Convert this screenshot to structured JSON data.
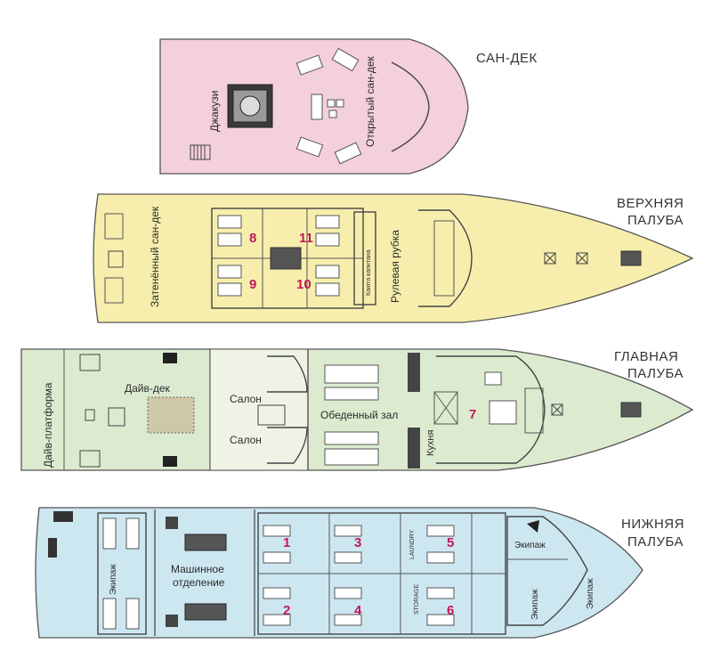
{
  "decks": {
    "sun": {
      "title": "САН-ДЕК",
      "color": "#f4cfdc",
      "labels": {
        "jacuzzi": "Джакузи",
        "open_sundeck": "Открытый сан-дек"
      }
    },
    "upper": {
      "title_line1": "ВЕРХНЯЯ",
      "title_line2": "ПАЛУБА",
      "color": "#f7eead",
      "labels": {
        "shaded_sundeck": "Затенённый сан-дек",
        "wheelhouse": "Рулевая рубка",
        "captain_cabin": "Каюта капитана"
      },
      "cabins": [
        "8",
        "11",
        "9",
        "10"
      ]
    },
    "main": {
      "title_line1": "ГЛАВНАЯ",
      "title_line2": "ПАЛУБА",
      "color": "#dcebd0",
      "labels": {
        "dive_platform": "Дайв-платформа",
        "dive_deck": "Дайв-дек",
        "salon_top": "Салон",
        "salon_bottom": "Салон",
        "dining": "Обеденный зал",
        "kitchen": "Кухня"
      },
      "cabins": [
        "7"
      ]
    },
    "lower": {
      "title_line1": "НИЖНЯЯ",
      "title_line2": "ПАЛУБА",
      "color": "#cde7f1",
      "labels": {
        "engine_line1": "Машинное",
        "engine_line2": "отделение",
        "crew_aft": "Экипаж",
        "crew_fwd_top": "Экипаж",
        "crew_fwd_mid": "Экипаж",
        "crew_fwd_bottom": "Экипаж",
        "laundry": "LAUNDRY",
        "storage": "STORAGE"
      },
      "cabins": [
        "1",
        "3",
        "5",
        "2",
        "4",
        "6"
      ]
    }
  },
  "colors": {
    "outline": "#555555",
    "cabin_number": "#c2185b"
  }
}
